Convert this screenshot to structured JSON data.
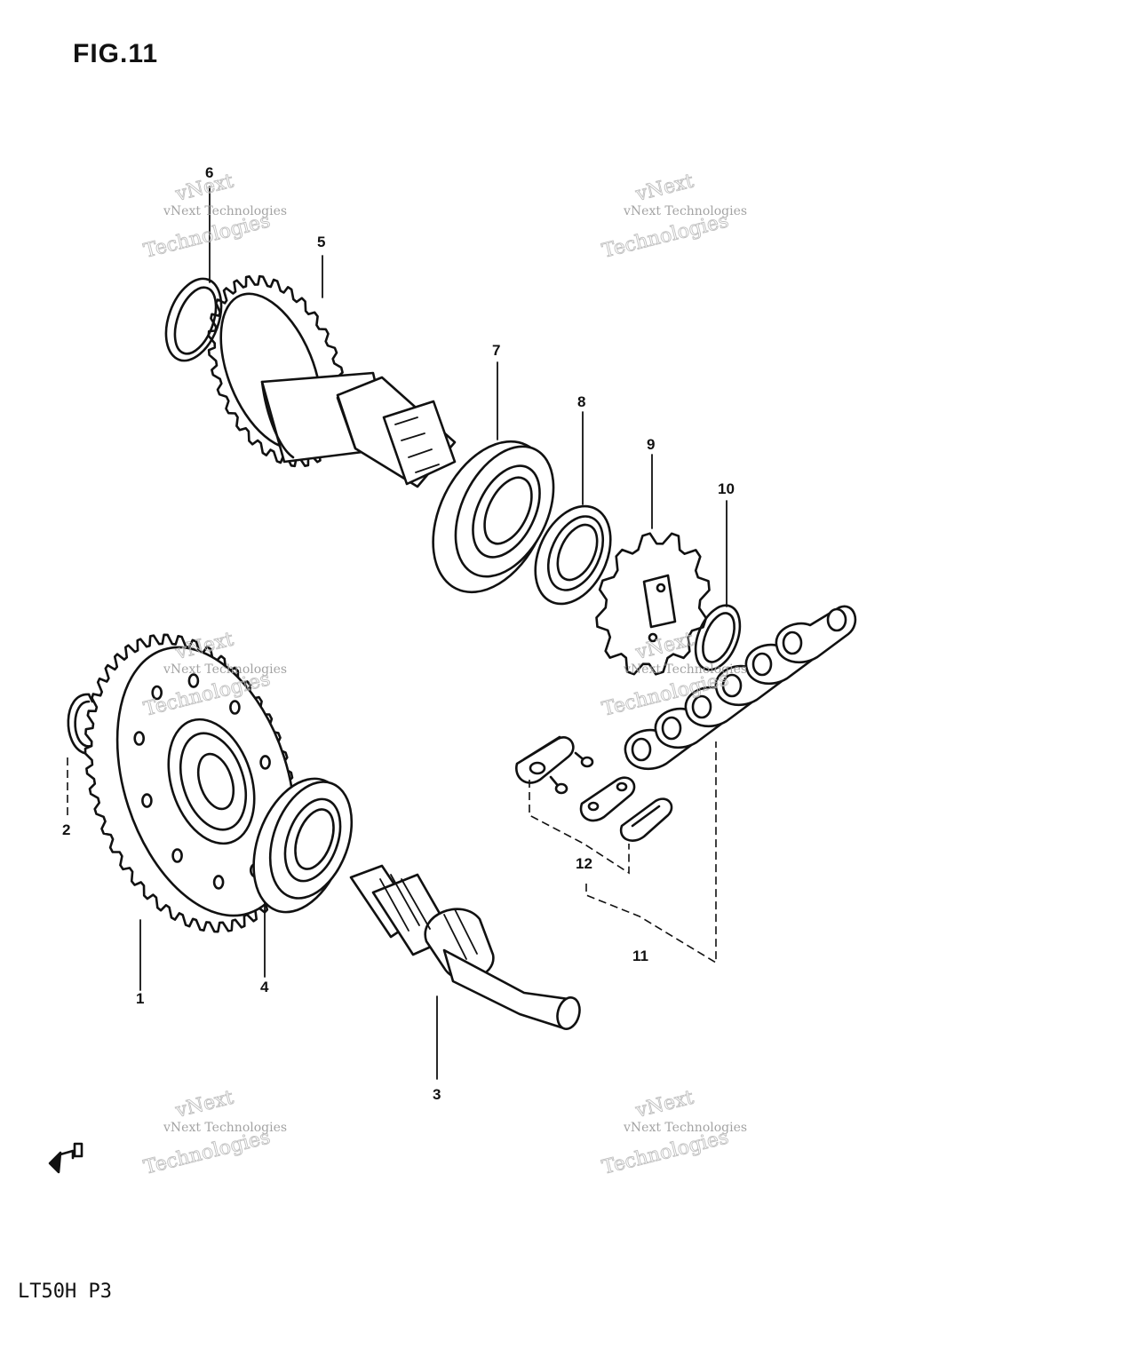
{
  "figure": {
    "title": "FIG.11",
    "model_code": "LT50H P3"
  },
  "callouts": [
    "6",
    "5",
    "7",
    "8",
    "9",
    "10",
    "2",
    "1",
    "4",
    "3",
    "12",
    "11"
  ],
  "watermark": {
    "line1": "vNext Technologies",
    "line2": "vNext",
    "line3": "Technologies"
  },
  "colors": {
    "ink": "#111111",
    "watermark": "#9a9a9a",
    "background": "#ffffff"
  }
}
